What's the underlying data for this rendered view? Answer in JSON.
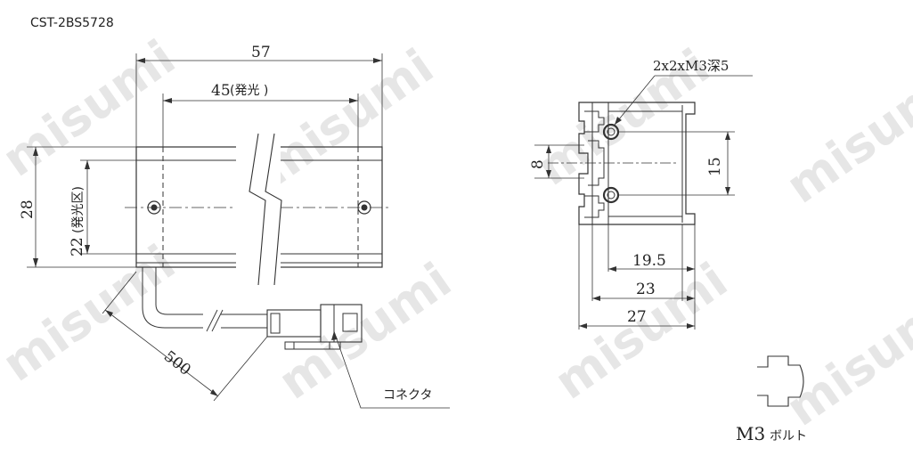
{
  "model": "CST-2BS5728",
  "watermark": "misumi",
  "front_view": {
    "overall_length": "57",
    "emitting_length": "45",
    "emitting_label": "(発光   )",
    "height": "28",
    "emitting_height": "22",
    "emitting_height_label": "(発光区)",
    "cable_length": "500",
    "connector_label": "コネクタ"
  },
  "side_view": {
    "hole_note": "2x2xM3深5",
    "dim_8": "8",
    "dim_15": "15",
    "dim_19_5": "19.5",
    "dim_23": "23",
    "dim_27": "27"
  },
  "bolt_label": "M3",
  "bolt_suffix": "ボルト"
}
